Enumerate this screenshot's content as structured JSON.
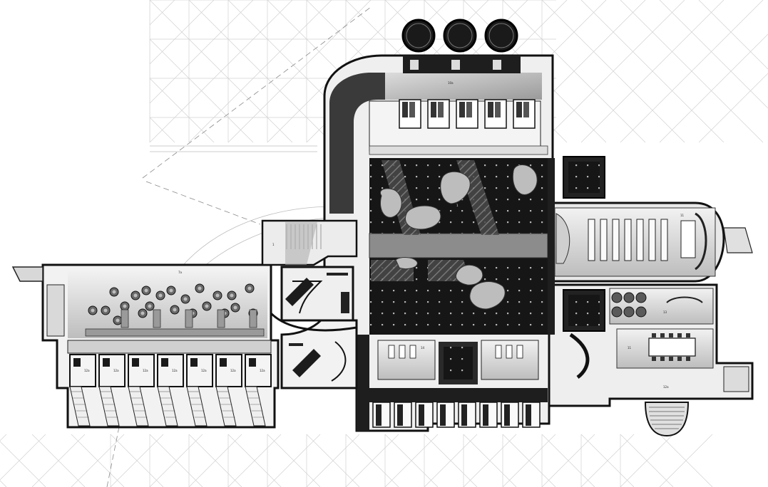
{
  "drawing": {
    "title": "",
    "room_tags": {
      "lecture_hall": "11",
      "central_void": "1",
      "entry_hall": "1",
      "north_corridor": "10a",
      "west_gallery": "7a",
      "meeting_room": "13",
      "reception": "11",
      "stair_east": "12a",
      "cell_tag": "12a",
      "south_lobby": "14"
    }
  }
}
